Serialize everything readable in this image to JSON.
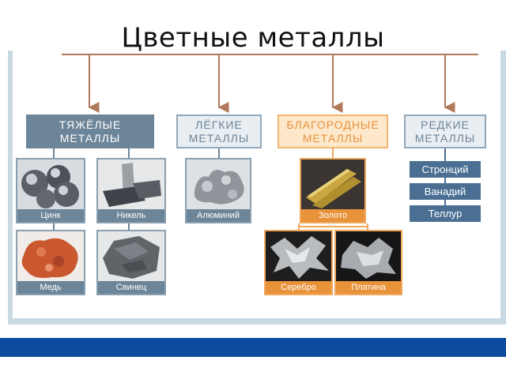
{
  "title": "Цветные металлы",
  "categories": {
    "heavy": {
      "line1": "ТЯЖЁЛЫЕ",
      "line2": "МЕТАЛЛЫ"
    },
    "light": {
      "line1": "ЛЁГКИЕ",
      "line2": "МЕТАЛЛЫ"
    },
    "noble": {
      "line1": "БЛАГОРОДНЫЕ",
      "line2": "МЕТАЛЛЫ"
    },
    "rare": {
      "line1": "РЕДКИЕ",
      "line2": "МЕТАЛЛЫ"
    }
  },
  "metals": {
    "zinc": "Цинк",
    "nickel": "Никель",
    "copper": "Медь",
    "lead": "Свинец",
    "aluminium": "Алюминий",
    "gold": "Золото",
    "silver": "Серебро",
    "platinum": "Платина"
  },
  "rare_items": [
    "Стронций",
    "Ванадий",
    "Теллур"
  ],
  "colors": {
    "heavy": "#6d8598",
    "noble": "#e8923a",
    "rare_item": "#4a6f93",
    "connector": "#b07a5a",
    "band": "#0d4b9e"
  }
}
